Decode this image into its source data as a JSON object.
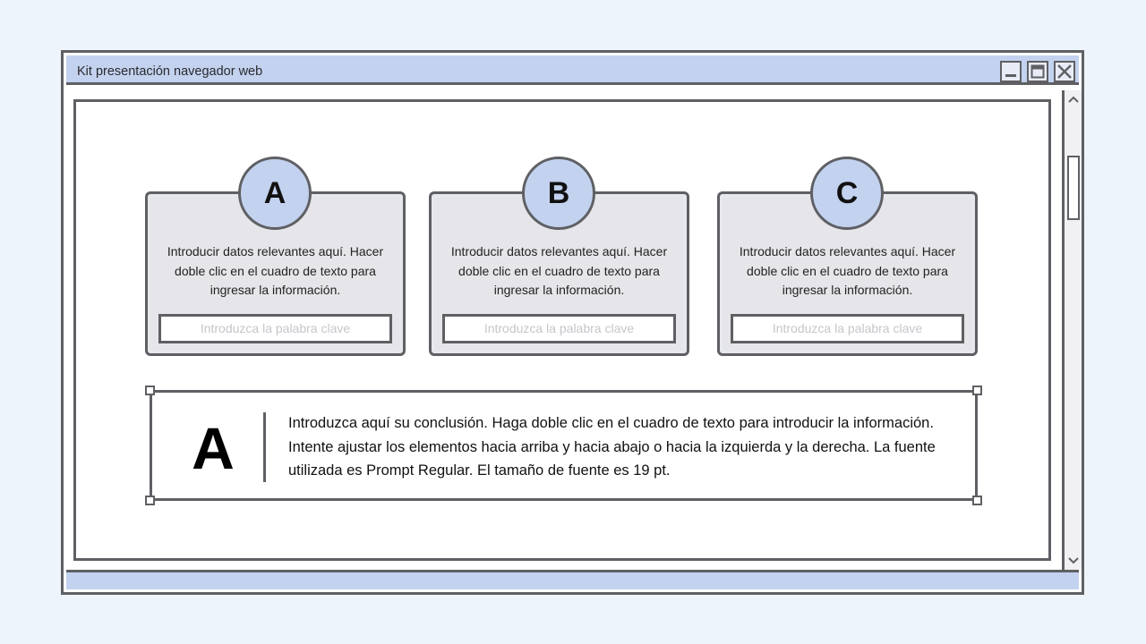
{
  "window": {
    "title": "Kit presentación navegador web",
    "controls": {
      "minimize_icon": "minimize-icon",
      "maximize_icon": "maximize-icon",
      "close_icon": "close-icon"
    }
  },
  "cards": [
    {
      "letter": "A",
      "description": "Introducir datos relevantes aquí. Hacer doble clic en el cuadro de texto para ingresar la información.",
      "keyword_placeholder": "Introduzca la palabra clave"
    },
    {
      "letter": "B",
      "description": "Introducir datos relevantes aquí. Hacer doble clic en el cuadro de texto para ingresar la información.",
      "keyword_placeholder": "Introduzca la palabra clave"
    },
    {
      "letter": "C",
      "description": "Introducir datos relevantes aquí. Hacer doble clic en el cuadro de texto para ingresar la información.",
      "keyword_placeholder": "Introduzca la palabra clave"
    }
  ],
  "conclusion": {
    "letter": "A",
    "text": "Introduzca aquí su conclusión. Haga doble clic en el cuadro de texto para introducir la información. Intente ajustar los elementos hacia arriba y hacia abajo o hacia la izquierda y la derecha. La fuente utilizada es Prompt Regular. El tamaño de fuente es 19 pt."
  },
  "colors": {
    "background": "#eef4fc",
    "accent": "#c3d2ef",
    "border": "#5f6064",
    "card_fill": "#e7e8ec"
  }
}
